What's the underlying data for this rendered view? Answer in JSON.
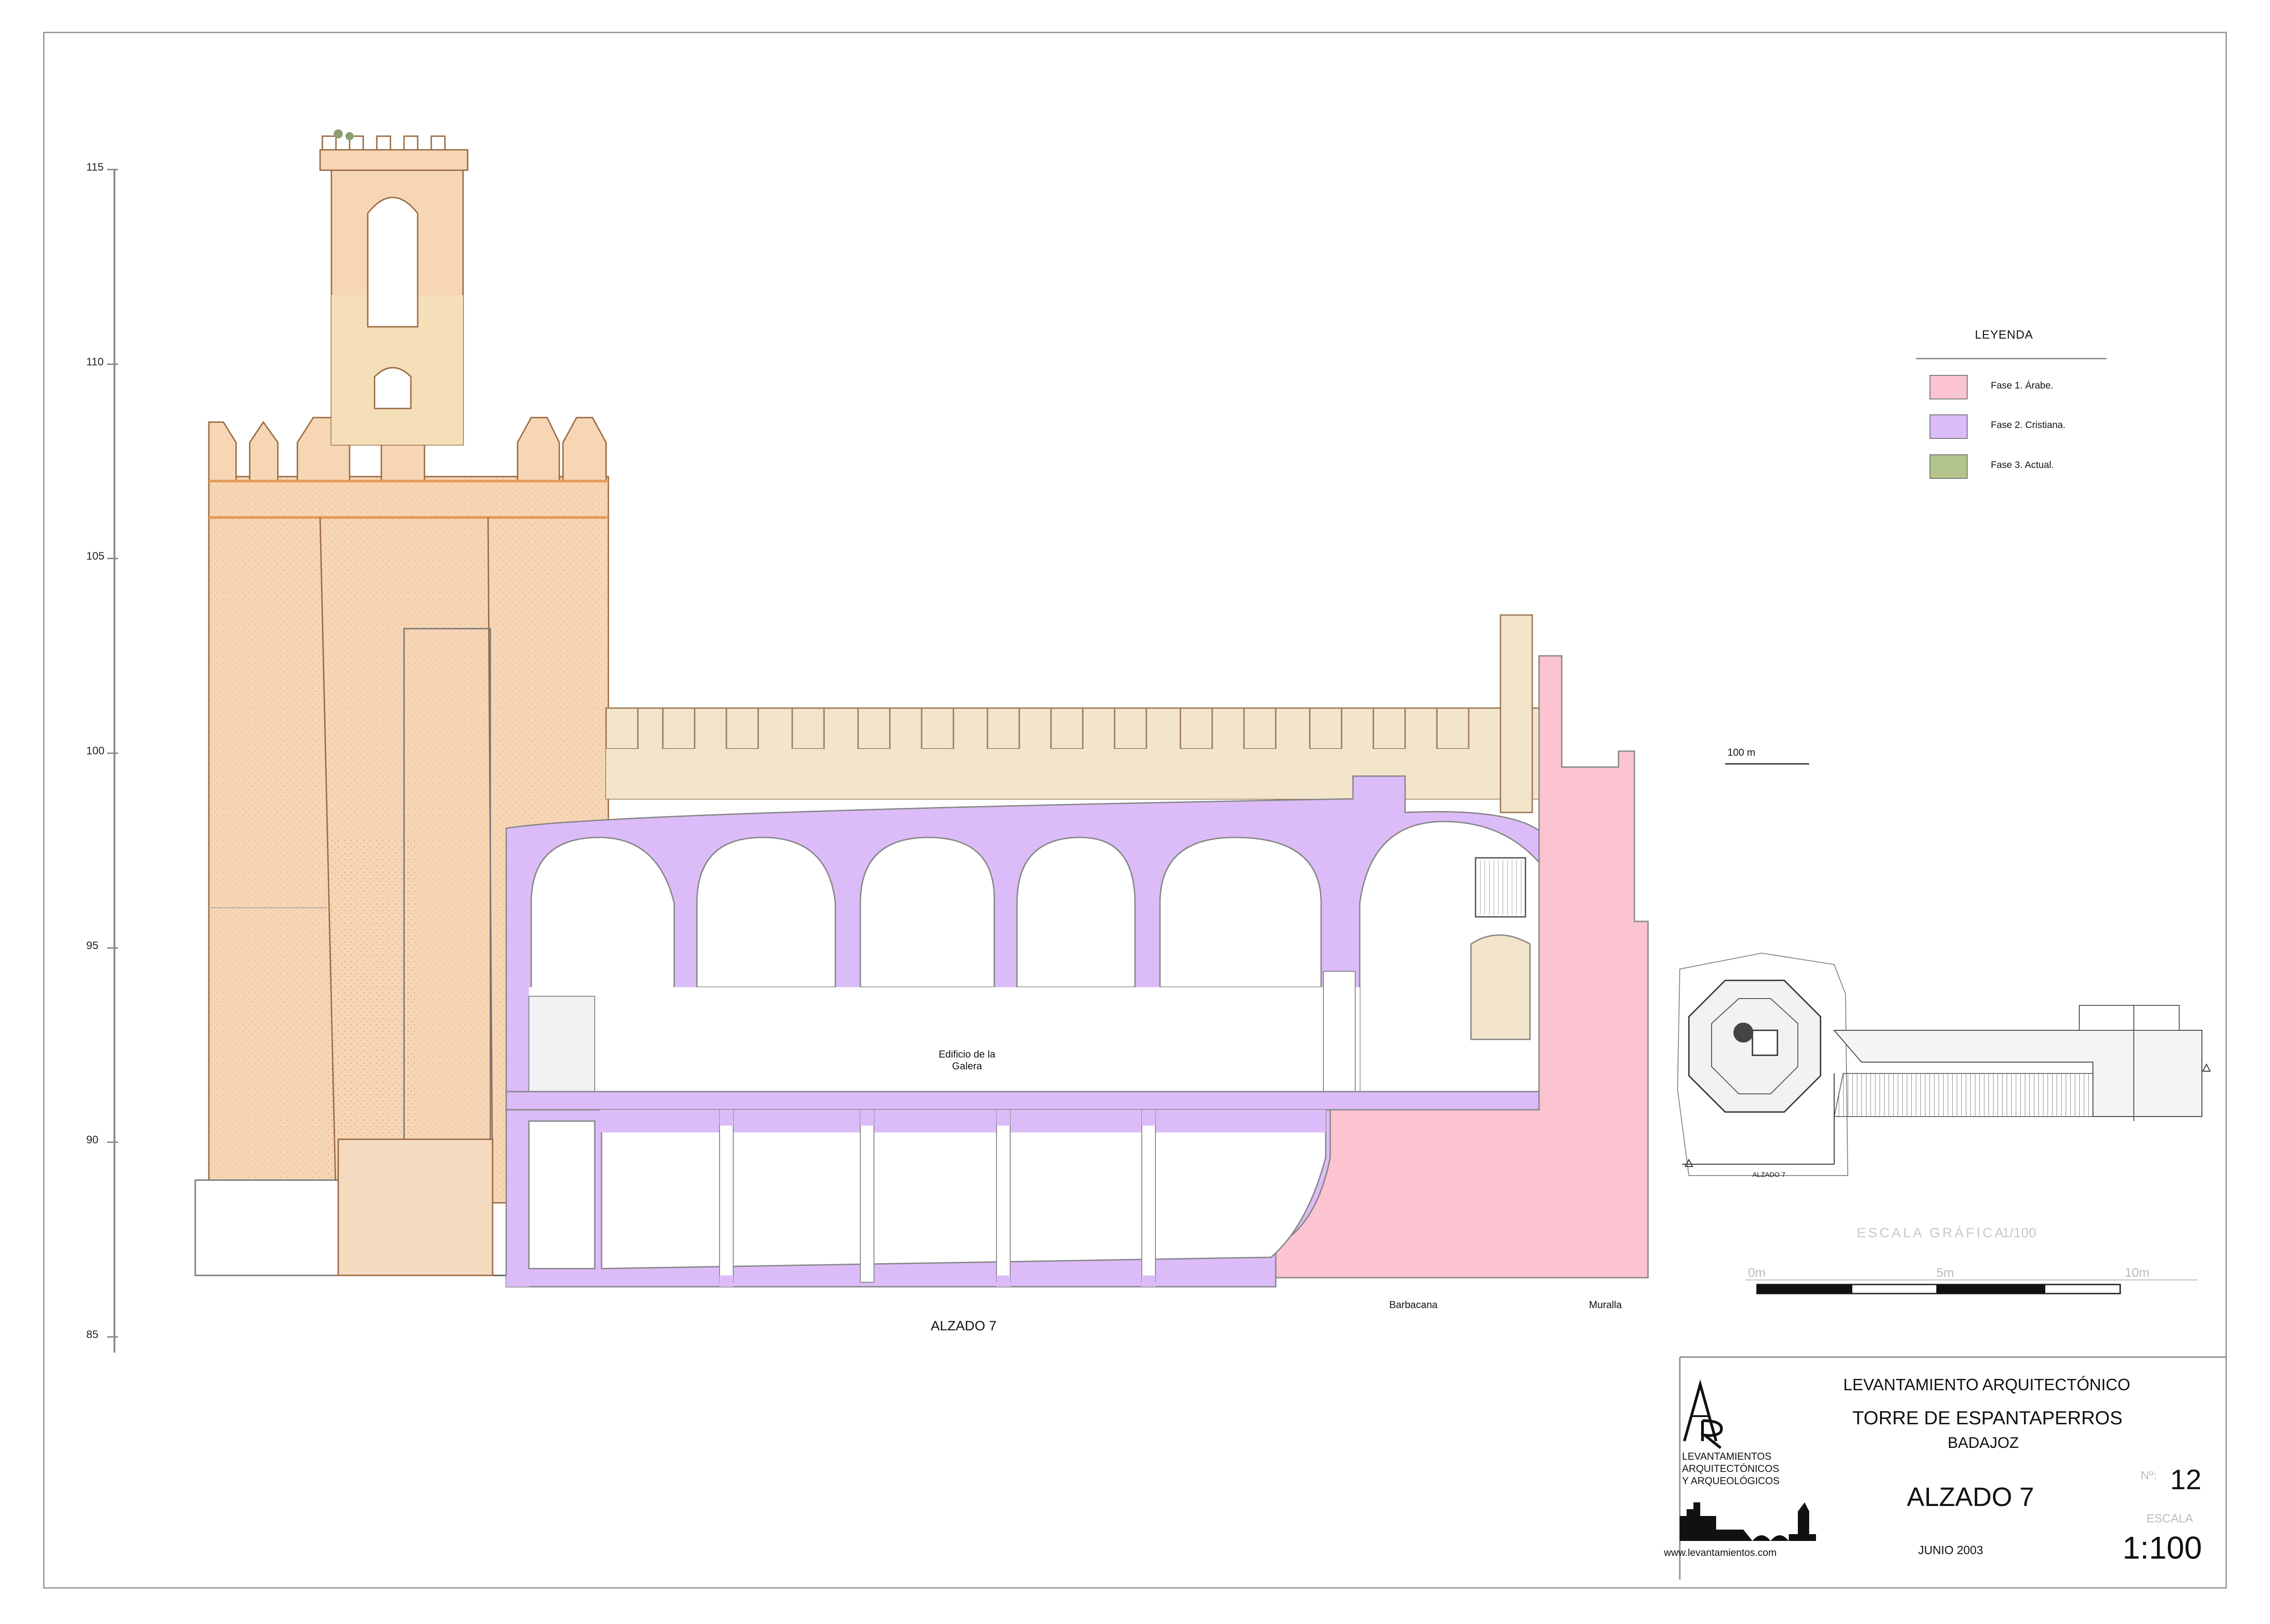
{
  "elevation_levels": [
    "115",
    "110",
    "105",
    "100",
    "95",
    "90",
    "85"
  ],
  "labels": {
    "building": [
      "Edificio de la",
      "Galera"
    ],
    "drawing_title": "ALZADO 7",
    "barbacana": "Barbacana",
    "muralla": "Muralla",
    "ref_level": "100 m"
  },
  "legend": {
    "title": "LEYENDA",
    "items": [
      {
        "label": "Fase 1. Árabe.",
        "color": "#fbc4d0"
      },
      {
        "label": "Fase 2. Cristiana.",
        "color": "#dcbcf8"
      },
      {
        "label": "Fase 3. Actual.",
        "color": "#b3c48a"
      }
    ]
  },
  "keyplan": {
    "caption": "ALZADO 7"
  },
  "scale_bar": {
    "title": "ESCALA GRÁFICA",
    "ratio": "1/100",
    "ticks": [
      "0m",
      "5m",
      "10m"
    ]
  },
  "title_block": {
    "company_lines": [
      "LEVANTAMIENTOS",
      "ARQUITECTÓNICOS",
      "Y ARQUEOLÓGICOS"
    ],
    "website": "www.levantamientos.com",
    "project_type": "LEVANTAMIENTO ARQUITECTÓNICO",
    "project_name": "TORRE DE ESPANTAPERROS",
    "city": "BADAJOZ",
    "sheet_title": "ALZADO  7",
    "number_label": "Nº:",
    "number": "12",
    "scale_label": "ESCALA",
    "scale": "1:100",
    "date": "JUNIO  2003"
  },
  "colors": {
    "phase1": "#fbc4d0",
    "phase2": "#dcbcf8",
    "phase3": "#b3c48a",
    "tower": "#f7d6b5",
    "wall": "#f3e4cc"
  }
}
